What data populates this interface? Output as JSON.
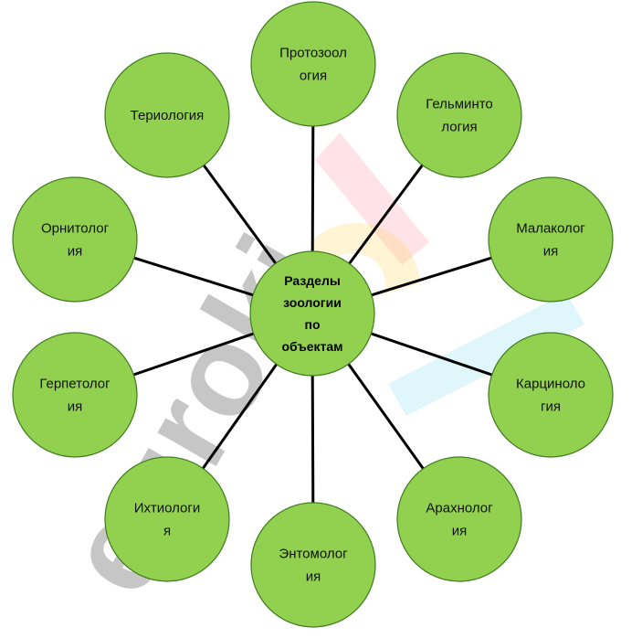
{
  "center": {
    "label_lines": [
      "Разделы",
      "зоологии",
      "по",
      "объектам"
    ]
  },
  "nodes": [
    {
      "id": "protozoology",
      "label_lines": [
        "Протозоол",
        "огия"
      ]
    },
    {
      "id": "helminthology",
      "label_lines": [
        "Гельминто",
        "логия"
      ]
    },
    {
      "id": "malacology",
      "label_lines": [
        "Малаколог",
        "ия"
      ]
    },
    {
      "id": "carcinology",
      "label_lines": [
        "Карциноло",
        "гия"
      ]
    },
    {
      "id": "arachnology",
      "label_lines": [
        "Арахнолог",
        "ия"
      ]
    },
    {
      "id": "entomology",
      "label_lines": [
        "Энтомолог",
        "ия"
      ]
    },
    {
      "id": "ichthyology",
      "label_lines": [
        "Ихтиологи",
        "я"
      ]
    },
    {
      "id": "herpetology",
      "label_lines": [
        "Герпетолог",
        "ия"
      ]
    },
    {
      "id": "ornithology",
      "label_lines": [
        "Орнитолог",
        "ия"
      ]
    },
    {
      "id": "theriology",
      "label_lines": [
        "Териология"
      ]
    }
  ],
  "watermark": {
    "text": "euroki"
  },
  "colors": {
    "node_fill": "#92d050",
    "node_stroke": "#3f7c1e",
    "connector": "#000000"
  }
}
